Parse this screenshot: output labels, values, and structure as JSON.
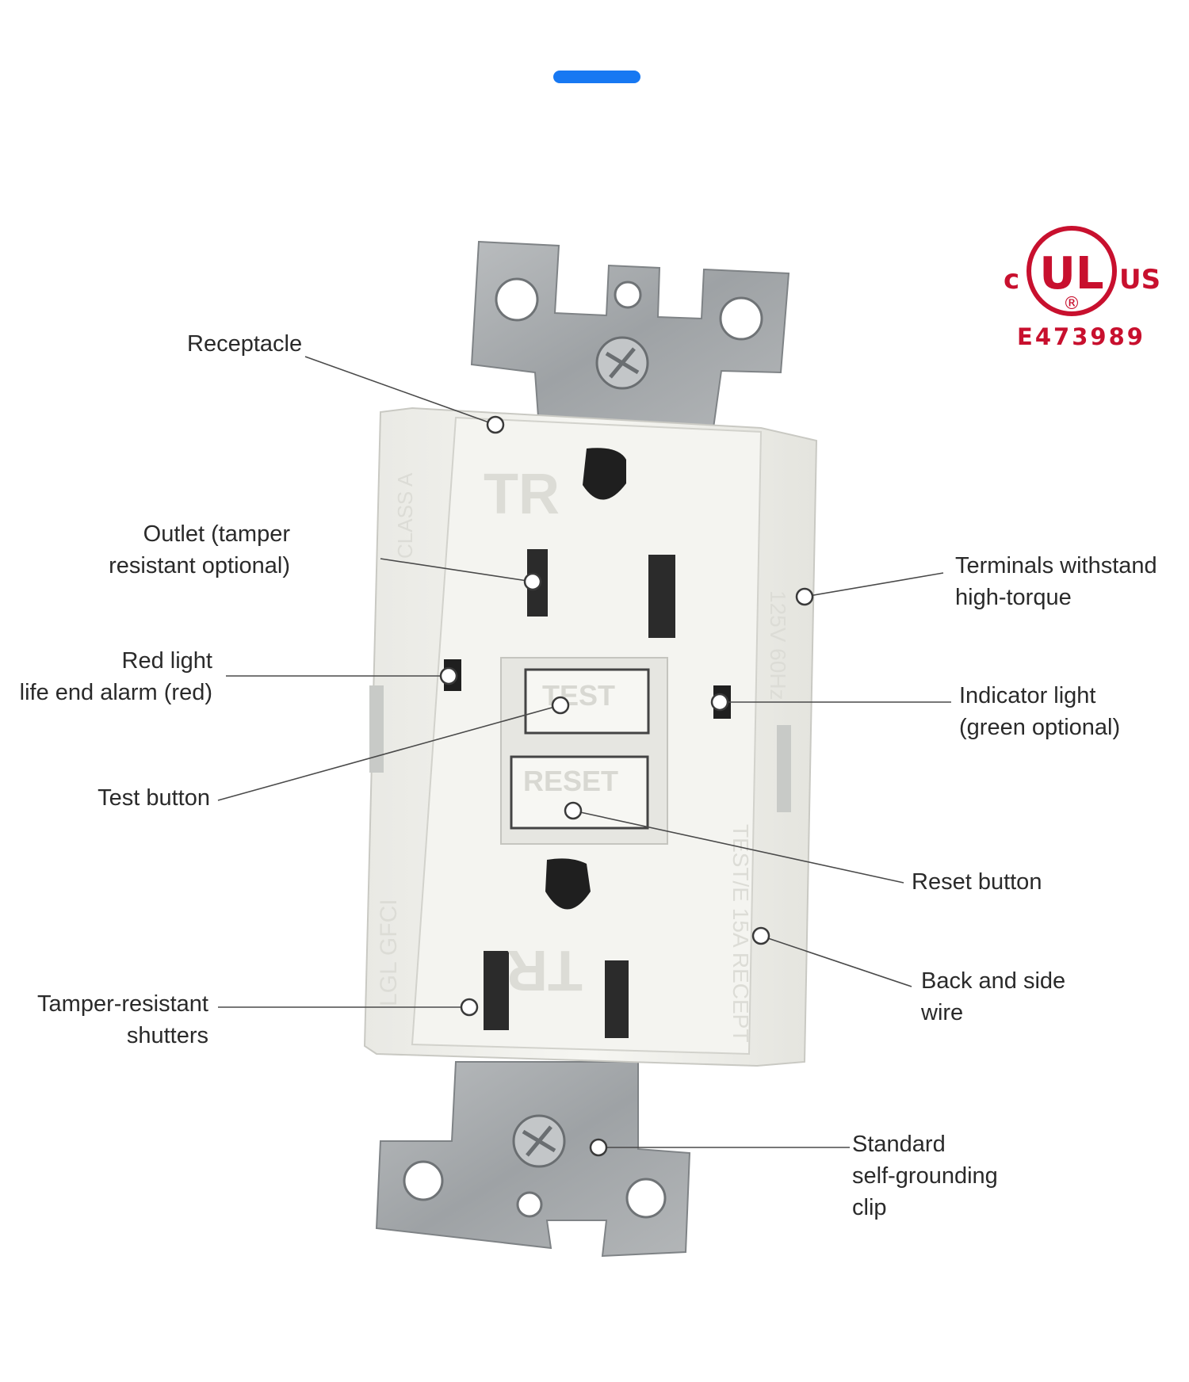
{
  "indicator_color": "#1778f2",
  "certification": {
    "mark": "UL",
    "left_prefix": "c",
    "right_suffix": "US",
    "registered_symbol": "®",
    "number": "E473989",
    "color": "#c8102e"
  },
  "product": {
    "markings": {
      "tr_top": "TR",
      "tr_bottom": "TR",
      "class": "CLASS A",
      "rating": "125V 60Hz",
      "test_button": "TEST",
      "reset_button": "RESET",
      "gfci": "LGL GFCI",
      "receptacle_rating": "TEST/E 15A RECEPT"
    }
  },
  "callouts": {
    "receptacle": [
      "Receptacle"
    ],
    "outlet": [
      "Outlet (tamper",
      "resistant  optional)"
    ],
    "red_light": [
      "Red light",
      "life end alarm (red)"
    ],
    "test_button": [
      "Test  button"
    ],
    "tamper_shutters": [
      "Tamper-resistant",
      "shutters"
    ],
    "terminals": [
      "Terminals withstand",
      "high-torque"
    ],
    "indicator_light": [
      "Indicator light",
      "(green optional)"
    ],
    "reset_button": [
      "Reset  button"
    ],
    "back_side_wire": [
      "Back and side",
      "wire"
    ],
    "grounding_clip": [
      "Standard",
      "self-grounding",
      "clip"
    ]
  },
  "colors": {
    "strap": "#a9acae",
    "outlet_body": "#f2f2ee",
    "label_text": "#2a2a2a"
  }
}
